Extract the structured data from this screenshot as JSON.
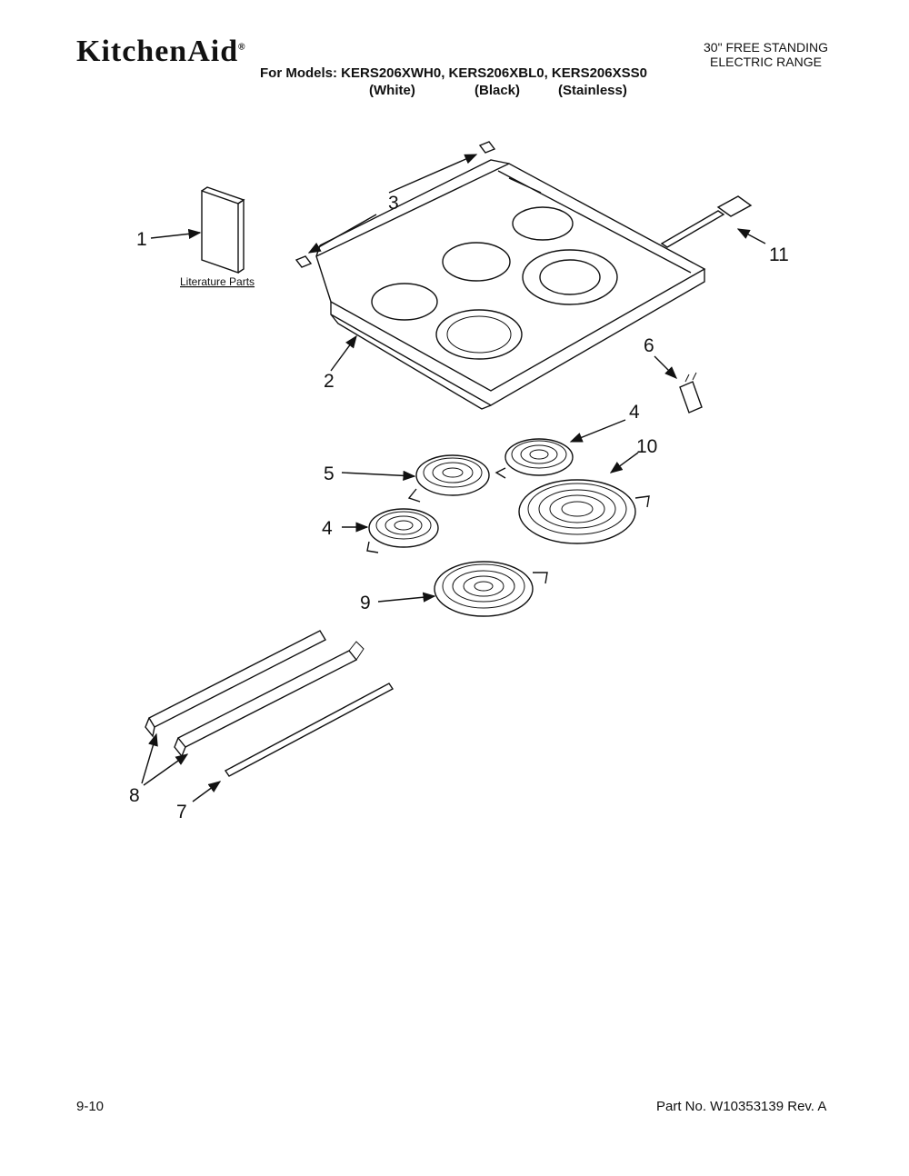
{
  "header": {
    "brand": "KitchenAid",
    "product_line1": "30\" FREE STANDING",
    "product_line2": "ELECTRIC RANGE",
    "models_text": "For Models: KERS206XWH0, KERS206XBL0, KERS206XSS0",
    "variant_white": "(White)",
    "variant_black": "(Black)",
    "variant_stainless": "(Stainless)"
  },
  "diagram": {
    "literature_label": "Literature Parts",
    "callouts": {
      "c1": "1",
      "c2": "2",
      "c3": "3",
      "c4a": "4",
      "c4b": "4",
      "c5": "5",
      "c6": "6",
      "c7": "7",
      "c8": "8",
      "c9": "9",
      "c10": "10",
      "c11": "11"
    }
  },
  "footer": {
    "page": "9-10",
    "part_no": "Part No. W10353139 Rev. A"
  }
}
